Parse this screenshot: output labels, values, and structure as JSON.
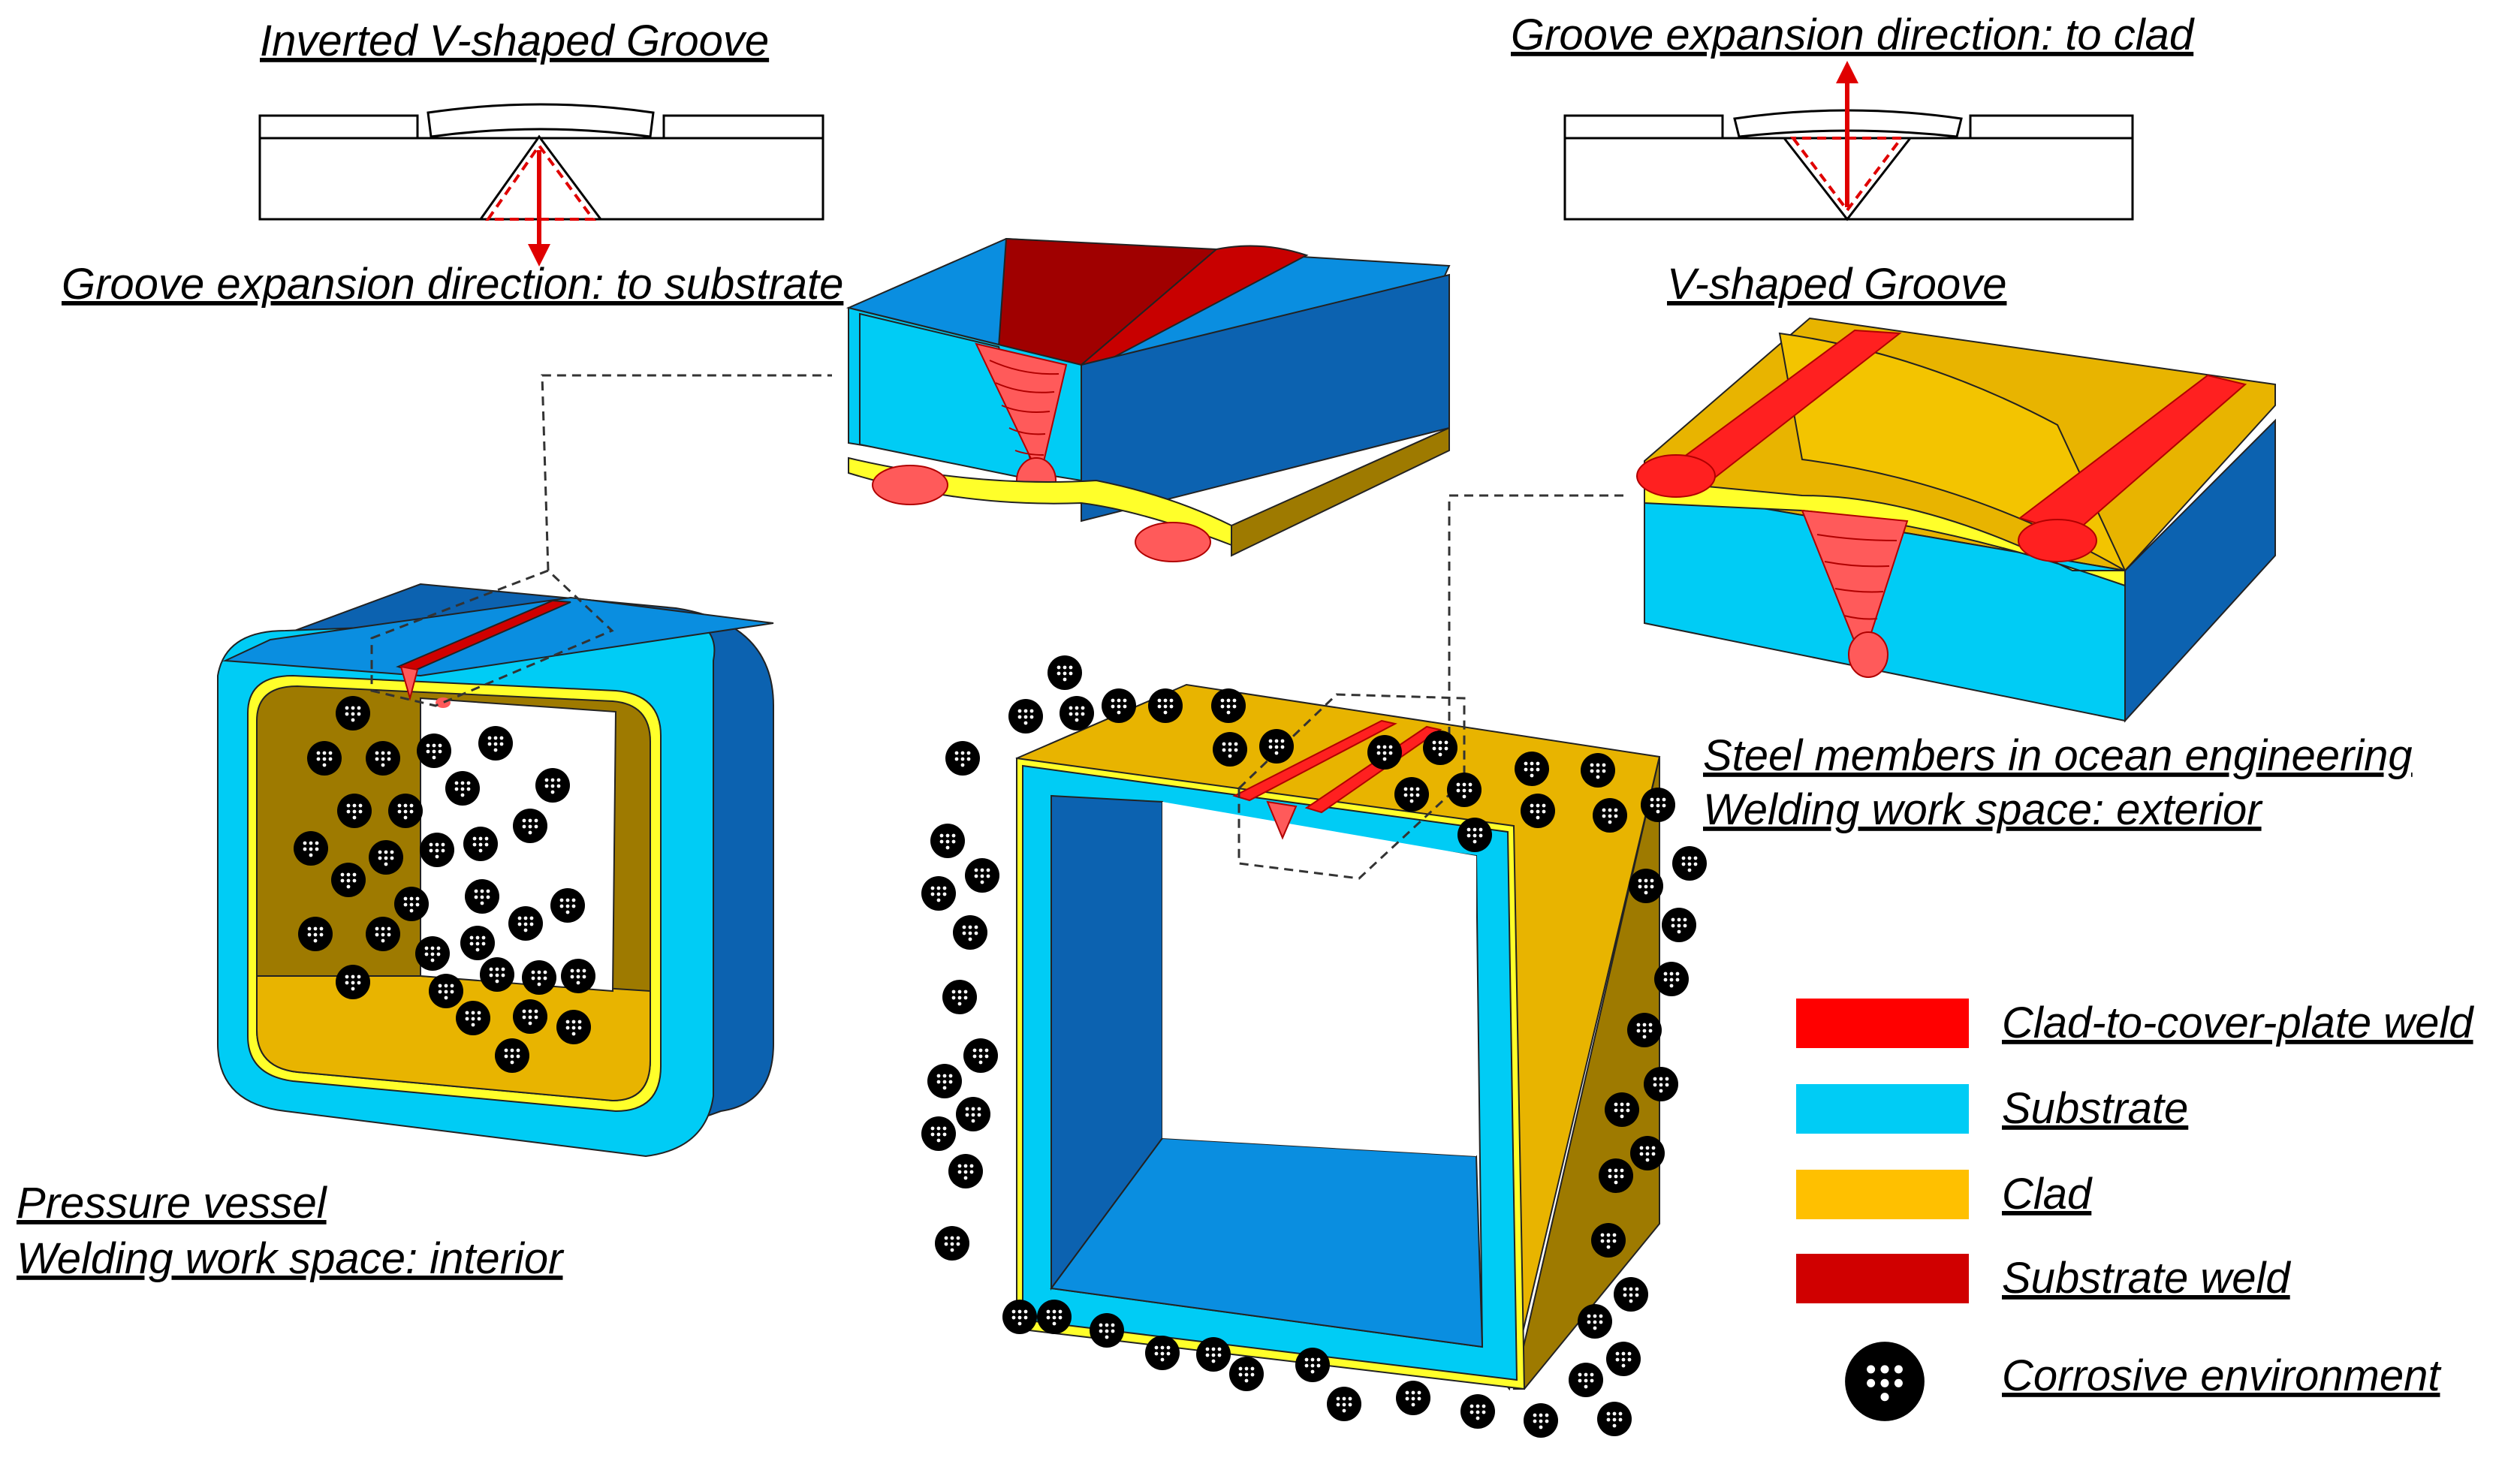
{
  "labels": {
    "inverted_groove_title": "Inverted V-shaped Groove",
    "expansion_to_substrate": "Groove expansion direction: to substrate",
    "expansion_to_clad": "Groove expansion direction: to clad",
    "v_groove_title": "V-shaped Groove",
    "pressure_vessel": "Pressure vessel",
    "interior_workspace": "Welding work space: interior",
    "ocean_members": "Steel members in ocean engineering",
    "exterior_workspace": "Welding work space: exterior"
  },
  "legend": [
    {
      "label": "Clad-to-cover-plate weld",
      "color": "#ff0000",
      "kind": "swatch"
    },
    {
      "label": "Substrate",
      "color": "#00ccf5",
      "kind": "swatch"
    },
    {
      "label": "Clad",
      "color": "#ffc000",
      "kind": "swatch"
    },
    {
      "label": "Substrate weld",
      "color": "#d00000",
      "kind": "swatch"
    },
    {
      "label": "Corrosive environment",
      "color": "#000000",
      "kind": "dot"
    }
  ],
  "colors": {
    "substrate": "#00ccf5",
    "substrate_top": "#0a8ee0",
    "substrate_side": "#0c62b0",
    "clad": "#ffc000",
    "clad_top": "#e8b400",
    "clad_side": "#9e7a00",
    "clad_yellow": "#ffff2a",
    "weld_red": "#ff2020",
    "weld_dark": "#b00000",
    "bead": "#ff5a5a",
    "arrow": "#e00000"
  }
}
